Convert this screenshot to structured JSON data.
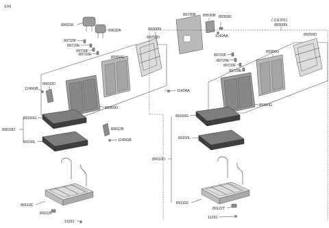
{
  "corner_label": "(LH)",
  "left": {
    "headrest_part": "89601K",
    "headrest_guide": "89632A",
    "clip1": "89720F",
    "clip2": "89720E",
    "clip3": "89720F",
    "clip4": "89720E",
    "back_assy": "89300N",
    "back_frame": "89250D",
    "back_pad": "89350G",
    "back_cover": "89360G",
    "side_cover": "89032D",
    "bolt1": "1249GB",
    "bolt2": "1140AA",
    "cushion_cover": "89160G",
    "cushion_assy": "89010D",
    "cushion_pad": "89150L",
    "trim": "89012B",
    "bolt3": "1249GB",
    "rail": "89110C",
    "bracket": "89122F",
    "screw": "11291"
  },
  "top": {
    "back_board": "89730B",
    "box": "89530B",
    "bracket": "89359D",
    "bolt": "1140AA"
  },
  "right": {
    "date_code": "(-211201)",
    "back_assy": "89300N",
    "back_frame": "89250D",
    "clip1": "89720F",
    "clip2": "89720E",
    "clip3": "89720F",
    "clip4": "89720E",
    "back_pad": "89350G",
    "back_cover": "89360G",
    "cushion_cover": "89160G",
    "cushion_pad": "89150L",
    "cushion_assy": "89010D",
    "rail": "89110C",
    "bracket": "89122T",
    "screw": "11291"
  }
}
